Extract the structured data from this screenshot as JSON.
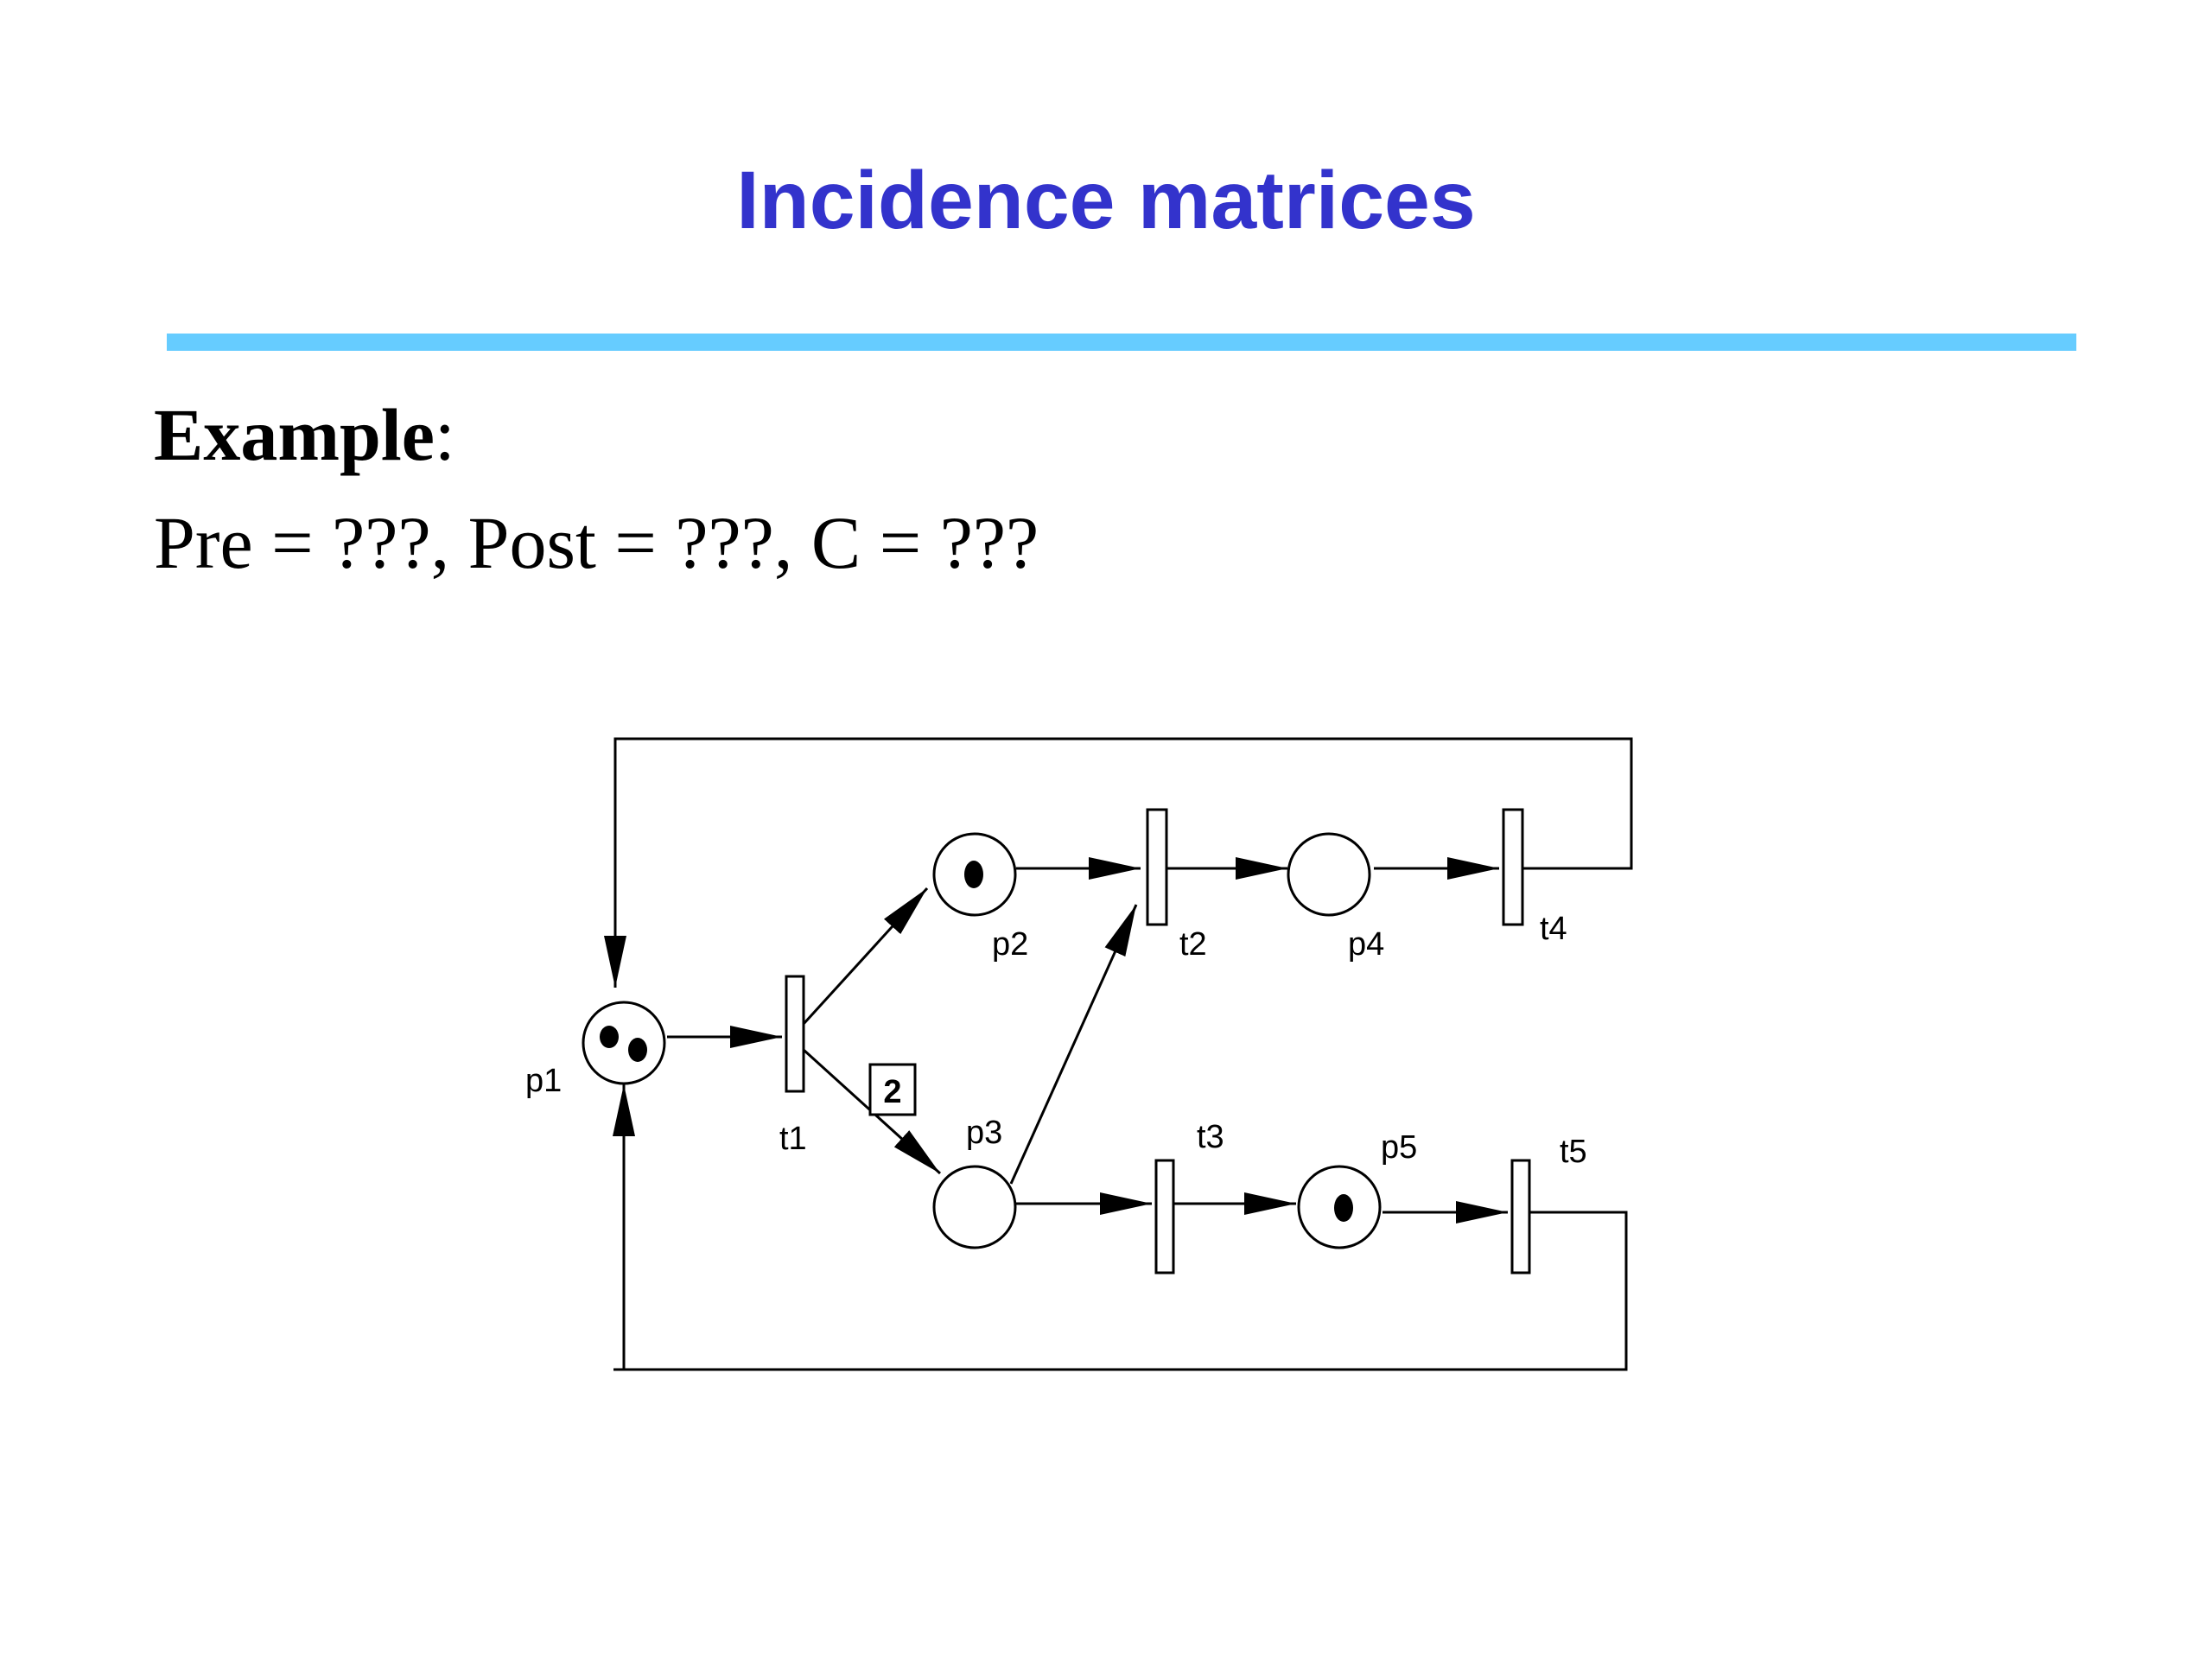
{
  "slide": {
    "title": "Incidence matrices",
    "example_label": "Example",
    "example_colon": ":",
    "formula": "Pre = ???, Post = ???, C = ???"
  },
  "petri_net": {
    "places": [
      {
        "id": "p1",
        "label": "p1",
        "tokens": 2
      },
      {
        "id": "p2",
        "label": "p2",
        "tokens": 1
      },
      {
        "id": "p3",
        "label": "p3",
        "tokens": 0
      },
      {
        "id": "p4",
        "label": "p4",
        "tokens": 0
      },
      {
        "id": "p5",
        "label": "p5",
        "tokens": 1
      }
    ],
    "transitions": [
      {
        "id": "t1",
        "label": "t1"
      },
      {
        "id": "t2",
        "label": "t2"
      },
      {
        "id": "t3",
        "label": "t3"
      },
      {
        "id": "t4",
        "label": "t4"
      },
      {
        "id": "t5",
        "label": "t5"
      }
    ],
    "arcs": [
      {
        "from": "p1",
        "to": "t1"
      },
      {
        "from": "t1",
        "to": "p2"
      },
      {
        "from": "t1",
        "to": "p3",
        "weight": "2"
      },
      {
        "from": "p2",
        "to": "t2"
      },
      {
        "from": "p3",
        "to": "t2"
      },
      {
        "from": "t2",
        "to": "p4"
      },
      {
        "from": "p4",
        "to": "t4"
      },
      {
        "from": "t4",
        "to": "p1"
      },
      {
        "from": "p3",
        "to": "t3"
      },
      {
        "from": "t3",
        "to": "p5"
      },
      {
        "from": "p5",
        "to": "t5"
      },
      {
        "from": "t5",
        "to": "p1"
      }
    ]
  }
}
